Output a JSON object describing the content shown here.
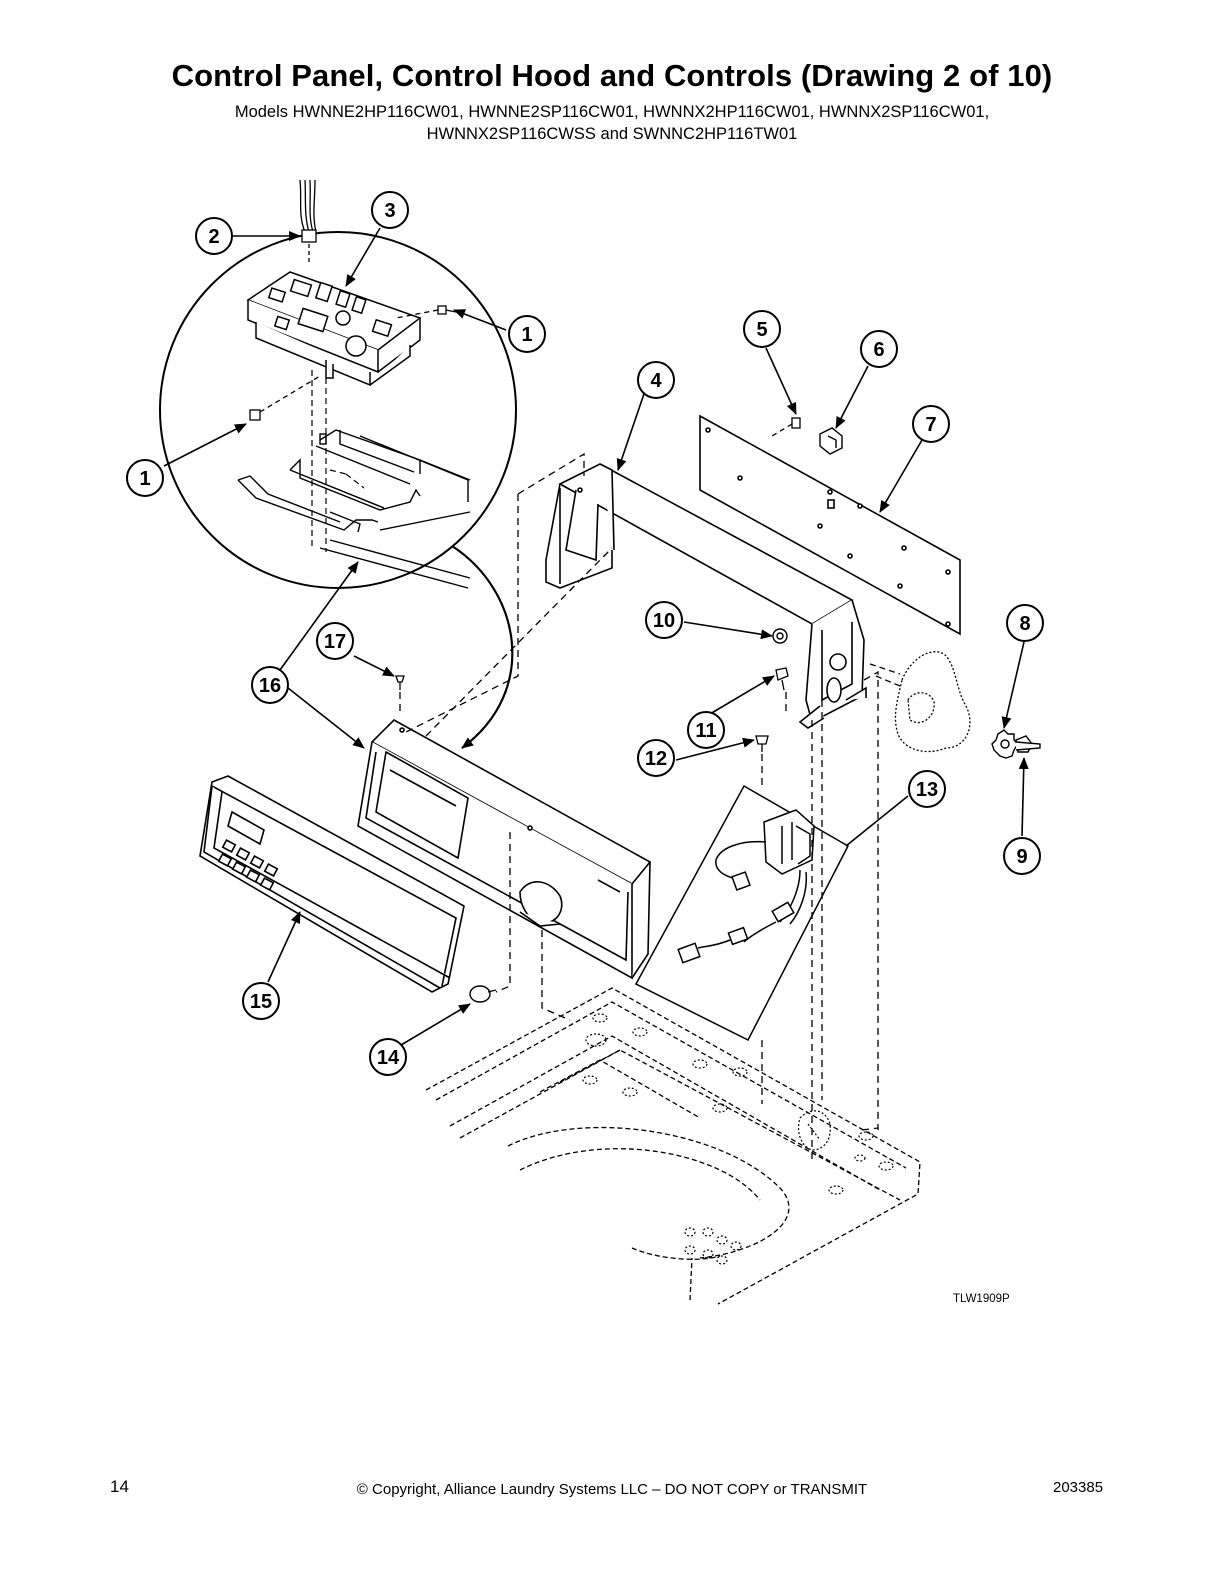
{
  "header": {
    "title": "Control Panel, Control Hood and Controls (Drawing 2 of 10)",
    "models_line1": "Models HWNNE2HP116CW01, HWNNE2SP116CW01, HWNNX2HP116CW01, HWNNX2SP116CW01,",
    "models_line2": "HWNNX2SP116CWSS and SWNNC2HP116TW01"
  },
  "figure": {
    "id": "TLW1909P",
    "callouts": [
      {
        "key": "c1a",
        "label": "1"
      },
      {
        "key": "c1b",
        "label": "1"
      },
      {
        "key": "c2",
        "label": "2"
      },
      {
        "key": "c3",
        "label": "3"
      },
      {
        "key": "c4",
        "label": "4"
      },
      {
        "key": "c5",
        "label": "5"
      },
      {
        "key": "c6",
        "label": "6"
      },
      {
        "key": "c7",
        "label": "7"
      },
      {
        "key": "c8",
        "label": "8"
      },
      {
        "key": "c9",
        "label": "9"
      },
      {
        "key": "c10",
        "label": "10"
      },
      {
        "key": "c11",
        "label": "11"
      },
      {
        "key": "c12",
        "label": "12"
      },
      {
        "key": "c13",
        "label": "13"
      },
      {
        "key": "c14",
        "label": "14"
      },
      {
        "key": "c15",
        "label": "15"
      },
      {
        "key": "c16",
        "label": "16"
      },
      {
        "key": "c17",
        "label": "17"
      }
    ]
  },
  "footer": {
    "page_number": "14",
    "copyright": "© Copyright, Alliance Laundry Systems LLC – DO NOT COPY or TRANSMIT",
    "document_number": "203385"
  }
}
